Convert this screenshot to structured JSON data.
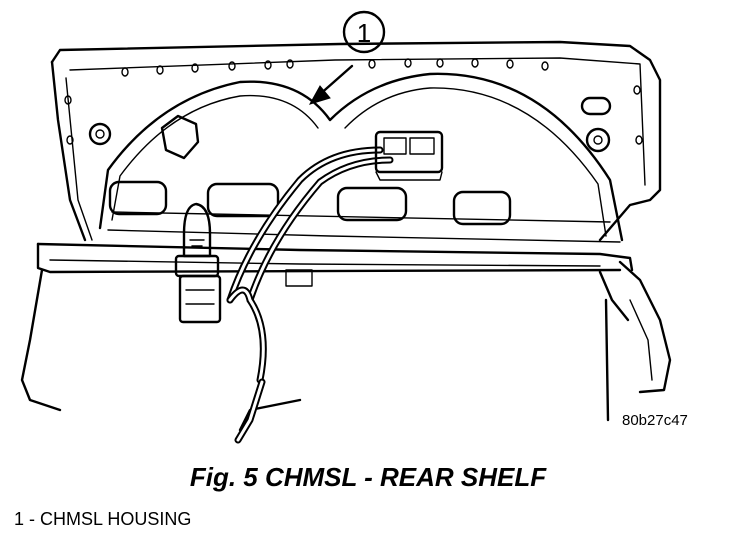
{
  "callout": {
    "number": "1"
  },
  "figure_code": "80b27c47",
  "caption": "Fig. 5 CHMSL - REAR SHELF",
  "legend": [
    {
      "text": "1 - CHMSL HOUSING"
    }
  ]
}
